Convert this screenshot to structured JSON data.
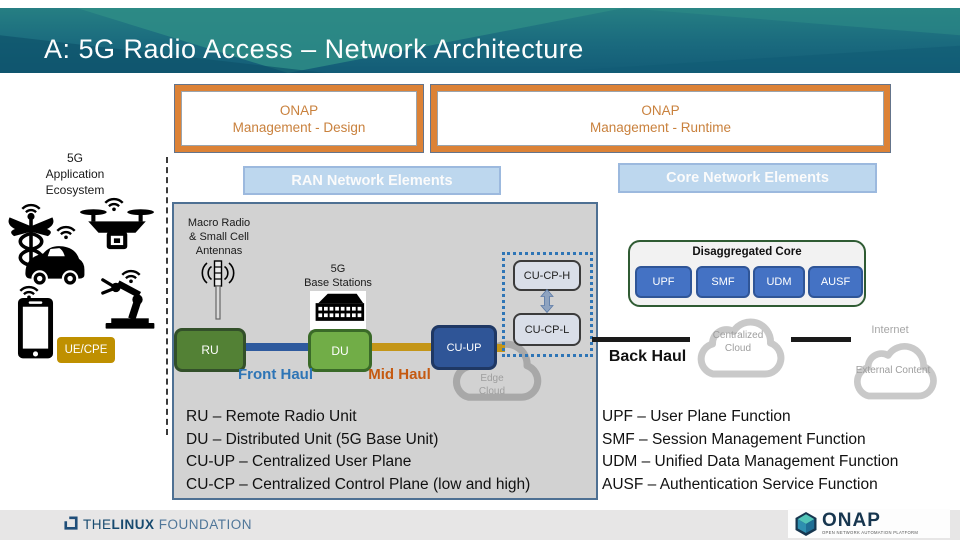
{
  "header": {
    "title": "A: 5G Radio Access – Network Architecture"
  },
  "onap_design": {
    "line1": "ONAP",
    "line2": "Management - Design"
  },
  "onap_runtime": {
    "line1": "ONAP",
    "line2": "Management - Runtime"
  },
  "ecosystem": {
    "label_line1": "5G",
    "label_line2": "Application",
    "label_line3": "Ecosystem",
    "ue_cpe": "UE/CPE"
  },
  "section_headers": {
    "ran": "RAN Network Elements",
    "core": "Core Network Elements"
  },
  "ran": {
    "antenna_label": {
      "line1": "Macro Radio",
      "line2": "& Small Cell",
      "line3": "Antennas"
    },
    "base_station_label": {
      "line1": "5G",
      "line2": "Base Stations"
    },
    "ru": "RU",
    "du": "DU",
    "cu_up": "CU-UP",
    "cu_cp_h": "CU-CP-H",
    "cu_cp_l": "CU-CP-L",
    "front_haul": "Front Haul",
    "mid_haul": "Mid Haul"
  },
  "core": {
    "disaggregated_title": "Disaggregated Core",
    "functions": [
      "UPF",
      "SMF",
      "UDM",
      "AUSF"
    ]
  },
  "transport": {
    "back_haul": "Back Haul"
  },
  "clouds": {
    "edge_line1": "Edge",
    "edge_line2": "Cloud",
    "central_line1": "Centralized",
    "central_line2": "Cloud",
    "internet": "Internet",
    "external_content": "External Content"
  },
  "legend_left": [
    "RU – Remote Radio Unit",
    "DU – Distributed Unit (5G Base Unit)",
    "CU-UP – Centralized User Plane",
    "CU-CP – Centralized Control Plane (low and high)"
  ],
  "legend_right": [
    "UPF – User Plane Function",
    "SMF – Session Management Function",
    "UDM – Unified Data Management Function",
    "AUSF – Authentication Service Function"
  ],
  "footer": {
    "lf_the": "THE",
    "lf_linux": "LINUX",
    "lf_foundation": "FOUNDATION",
    "onap": "ONAP",
    "onap_tagline": "OPEN NETWORK AUTOMATION PLATFORM"
  },
  "icons": [
    "wifi-icon",
    "medical-caduceus-icon",
    "drone-icon",
    "car-icon",
    "smartphone-icon",
    "robot-arm-icon",
    "antenna-icon",
    "base-station-icon",
    "cloud-icon",
    "double-arrow-icon",
    "onap-hexagon-icon",
    "linux-foundation-icon"
  ],
  "colors": {
    "header_teal": "#1A6A7E",
    "accent_orange": "#DC8236",
    "section_header_bg": "#BDD7EE",
    "ran_container_bg": "#D2D2D2",
    "ru_green": "#538135",
    "du_green": "#71AD47",
    "cu_blue": "#2F5597",
    "function_blue": "#4472C4",
    "gold": "#BF9000",
    "front_haul_blue": "#2E75B6",
    "mid_haul_orange": "#C55A11",
    "disagg_border_green": "#2F5B33",
    "cloud_gray": "#C9C9C9"
  }
}
